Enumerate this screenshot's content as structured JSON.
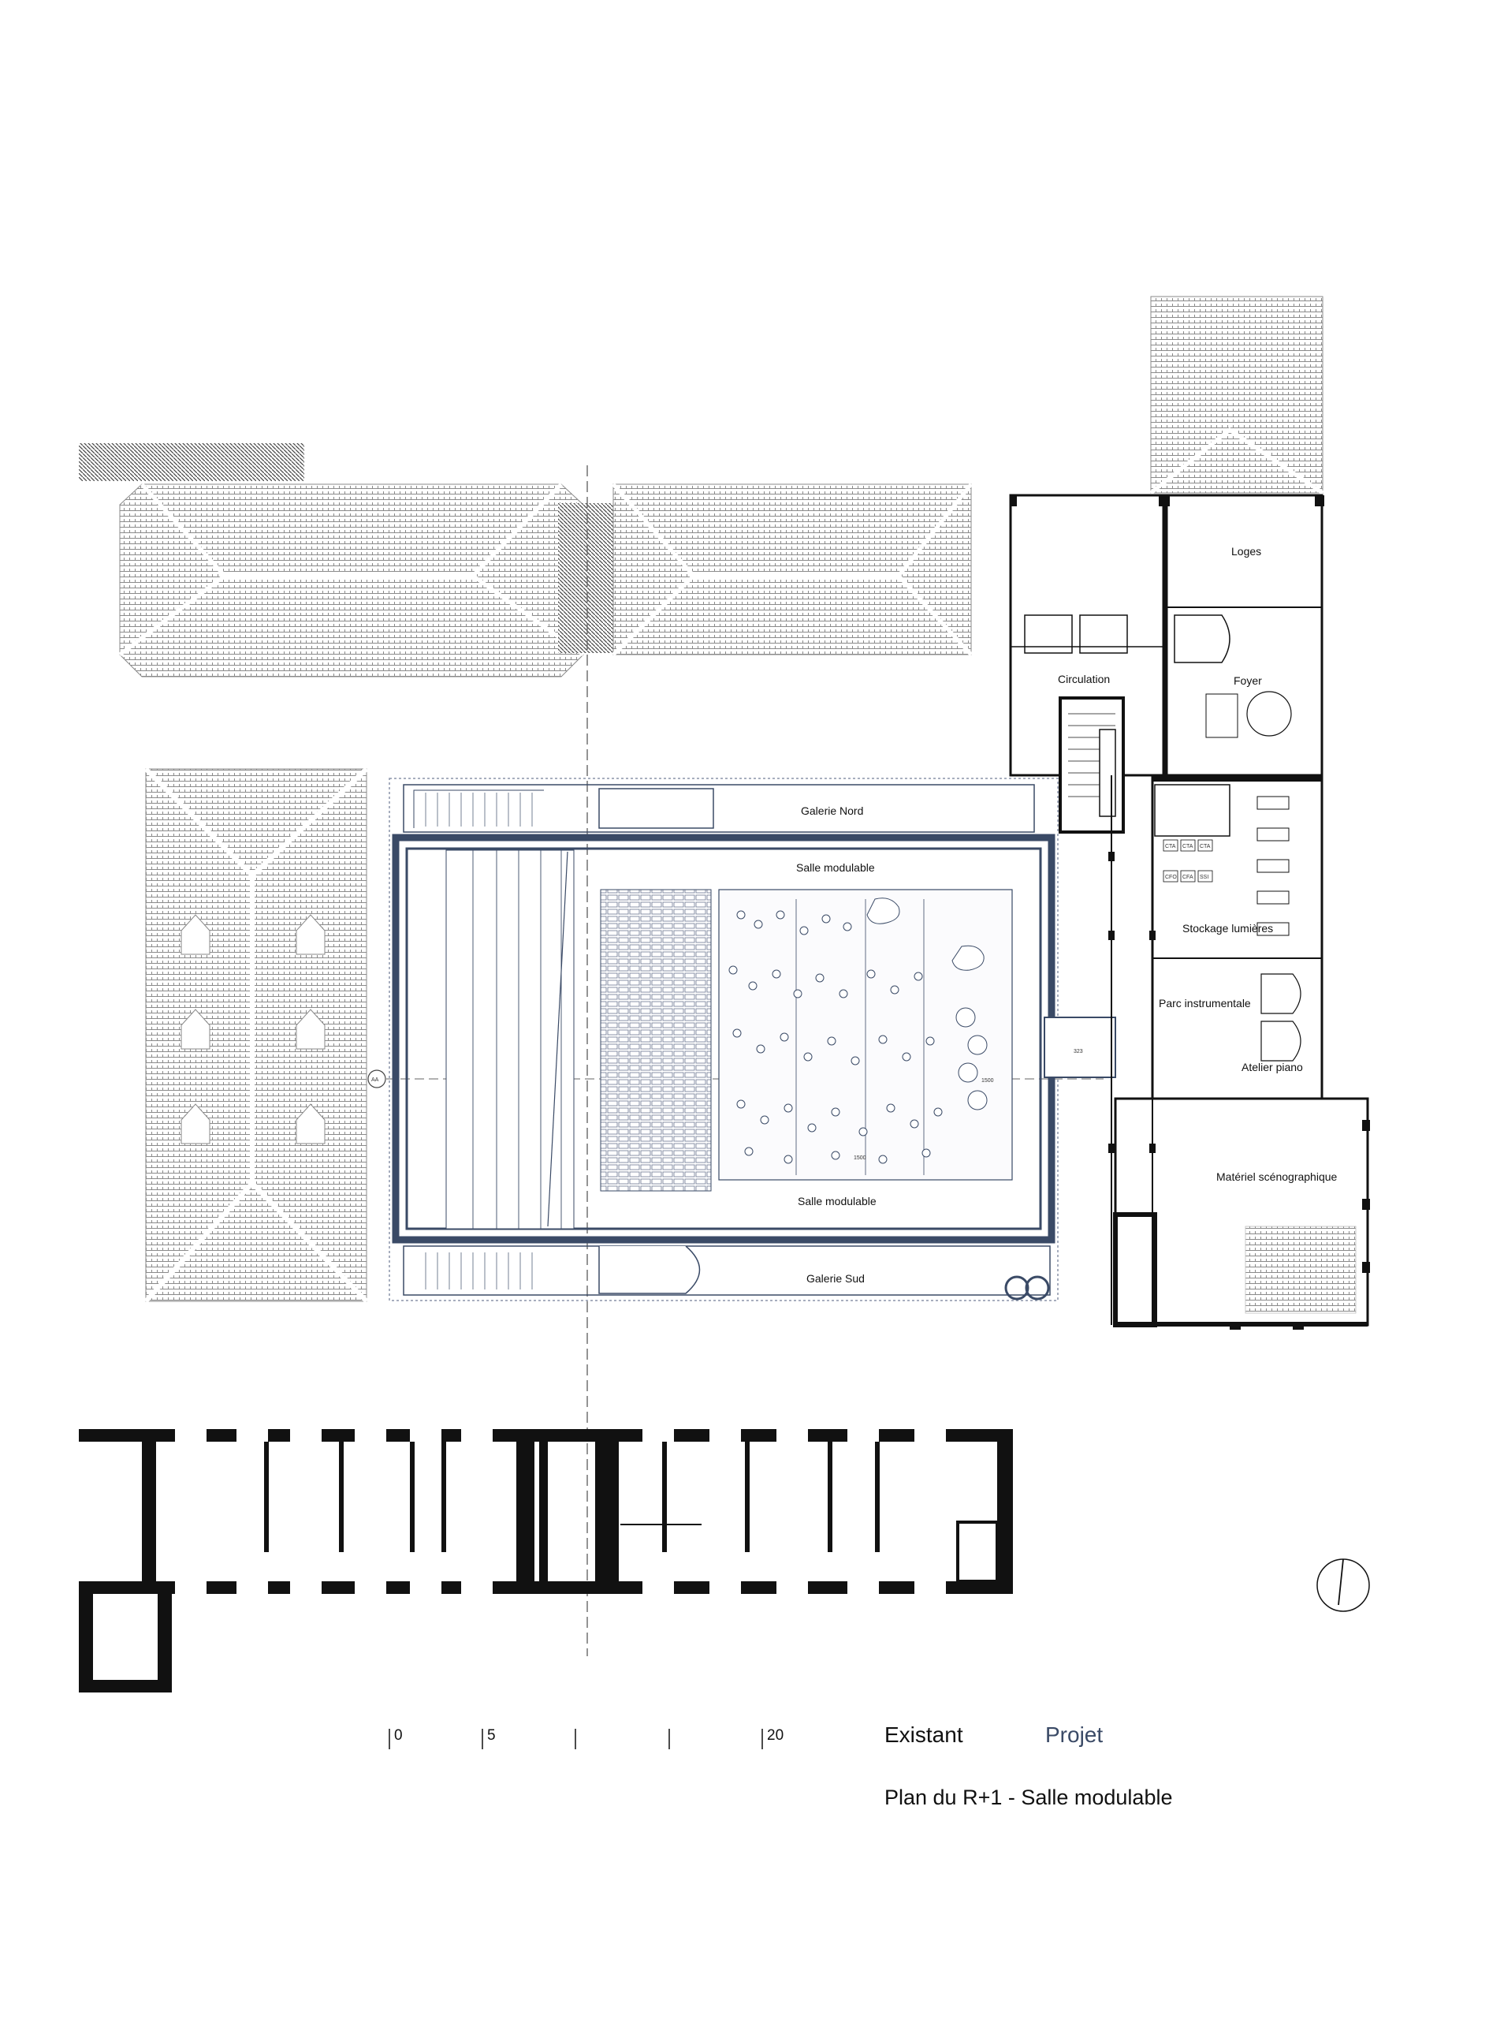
{
  "rooms": {
    "loges": "Loges",
    "circulation": "Circulation",
    "foyer": "Foyer",
    "galerie_nord": "Galerie Nord",
    "galerie_sud": "Galerie Sud",
    "salle_modulable_top": "Salle modulable",
    "salle_modulable_bottom": "Salle modulable",
    "stockage_lumieres": "Stockage lumières",
    "parc_instrumentale": "Parc instrumentale",
    "atelier_piano": "Atelier piano",
    "materiel_scenographique": "Matériel scénographique"
  },
  "annotations": {
    "axis_marker": "AA",
    "dim_1500_a": "1500",
    "dim_1500_b": "1500",
    "dim_323": "323",
    "cta_1": "CTA",
    "cta_2": "CTA",
    "cta_3": "CTA",
    "cfo": "CFO",
    "cfa": "CFA",
    "ssi": "SSI"
  },
  "scale_bar": {
    "labels": [
      "0",
      "5",
      "20"
    ]
  },
  "legend": {
    "existant": "Existant",
    "projet": "Projet"
  },
  "title": "Plan du R+1 - Salle modulable",
  "colors": {
    "existing": "#111111",
    "project": "#3a4a66",
    "roof_hatch": "#9a9a9a"
  }
}
